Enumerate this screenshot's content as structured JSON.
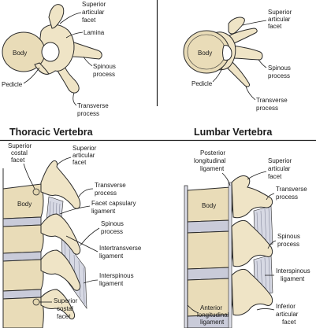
{
  "headings": {
    "thoracic": "Thoracic Vertebra",
    "lumbar": "Lumbar Vertebra"
  },
  "labels": {
    "thoracic_top": {
      "superior_articular_facet": [
        "Superior",
        "articular",
        "facet"
      ],
      "lamina": "Lamina",
      "body": "Body",
      "spinous_process": [
        "Spinous",
        "process"
      ],
      "pedicle": "Pedicle",
      "transverse_process": [
        "Transverse",
        "process"
      ]
    },
    "lumbar_top": {
      "superior_articular_facet": [
        "Superior",
        "articular",
        "facet"
      ],
      "body": "Body",
      "spinous_process": [
        "Spinous",
        "process"
      ],
      "pedicle": "Pedicle",
      "transverse_process": [
        "Transverse",
        "process"
      ]
    },
    "thoracic_side": {
      "superior_costal_facet_top": [
        "Superior",
        "costal",
        "facet"
      ],
      "superior_articular_facet": [
        "Superior",
        "articular",
        "facet"
      ],
      "transverse_process": [
        "Transverse",
        "process"
      ],
      "body": "Body",
      "facet_capsulary_ligament": [
        "Facet capsulary",
        "ligament"
      ],
      "spinous_process": [
        "Spinous",
        "process"
      ],
      "intertransverse_ligament": [
        "Intertransverse",
        "ligament"
      ],
      "interspinous_ligament": [
        "Interspinous",
        "ligament"
      ],
      "superior_costal_facet_bottom": [
        "Superior",
        "costal",
        "facet"
      ]
    },
    "lumbar_side": {
      "posterior_longitudinal_ligament": [
        "Posterior",
        "longitudinal",
        "ligament"
      ],
      "superior_articular_facet": [
        "Superior",
        "articular",
        "facet"
      ],
      "transverse_process": [
        "Transverse",
        "process"
      ],
      "body": "Body",
      "spinous_process": [
        "Spinous",
        "process"
      ],
      "interspinous_ligament": [
        "Interspinous",
        "ligament"
      ],
      "anterior_longitudinal_ligament": [
        "Anterior",
        "longitudinal",
        "ligament"
      ],
      "inferior_articular_facet": [
        "Inferior",
        "articular",
        "facet"
      ]
    }
  }
}
